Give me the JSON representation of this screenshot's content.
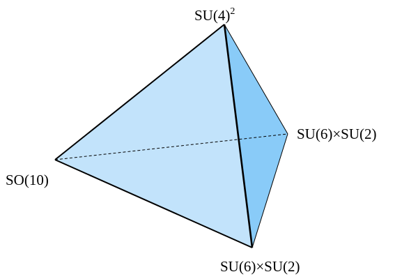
{
  "figure": {
    "type": "tetrahedron-diagram",
    "colors": {
      "front_face": "#c2e3fb",
      "right_face": "#89cbf8",
      "edge": "#000000",
      "background": "#ffffff"
    },
    "vertices": {
      "top": {
        "label": "SU(4)",
        "superscript": "2"
      },
      "right": {
        "label": "SU(6)×SU(2)"
      },
      "left": {
        "label": "SO(10)"
      },
      "bottom": {
        "label": "SU(6)×SU(2)"
      }
    },
    "hidden_edge_style": "dashed"
  }
}
